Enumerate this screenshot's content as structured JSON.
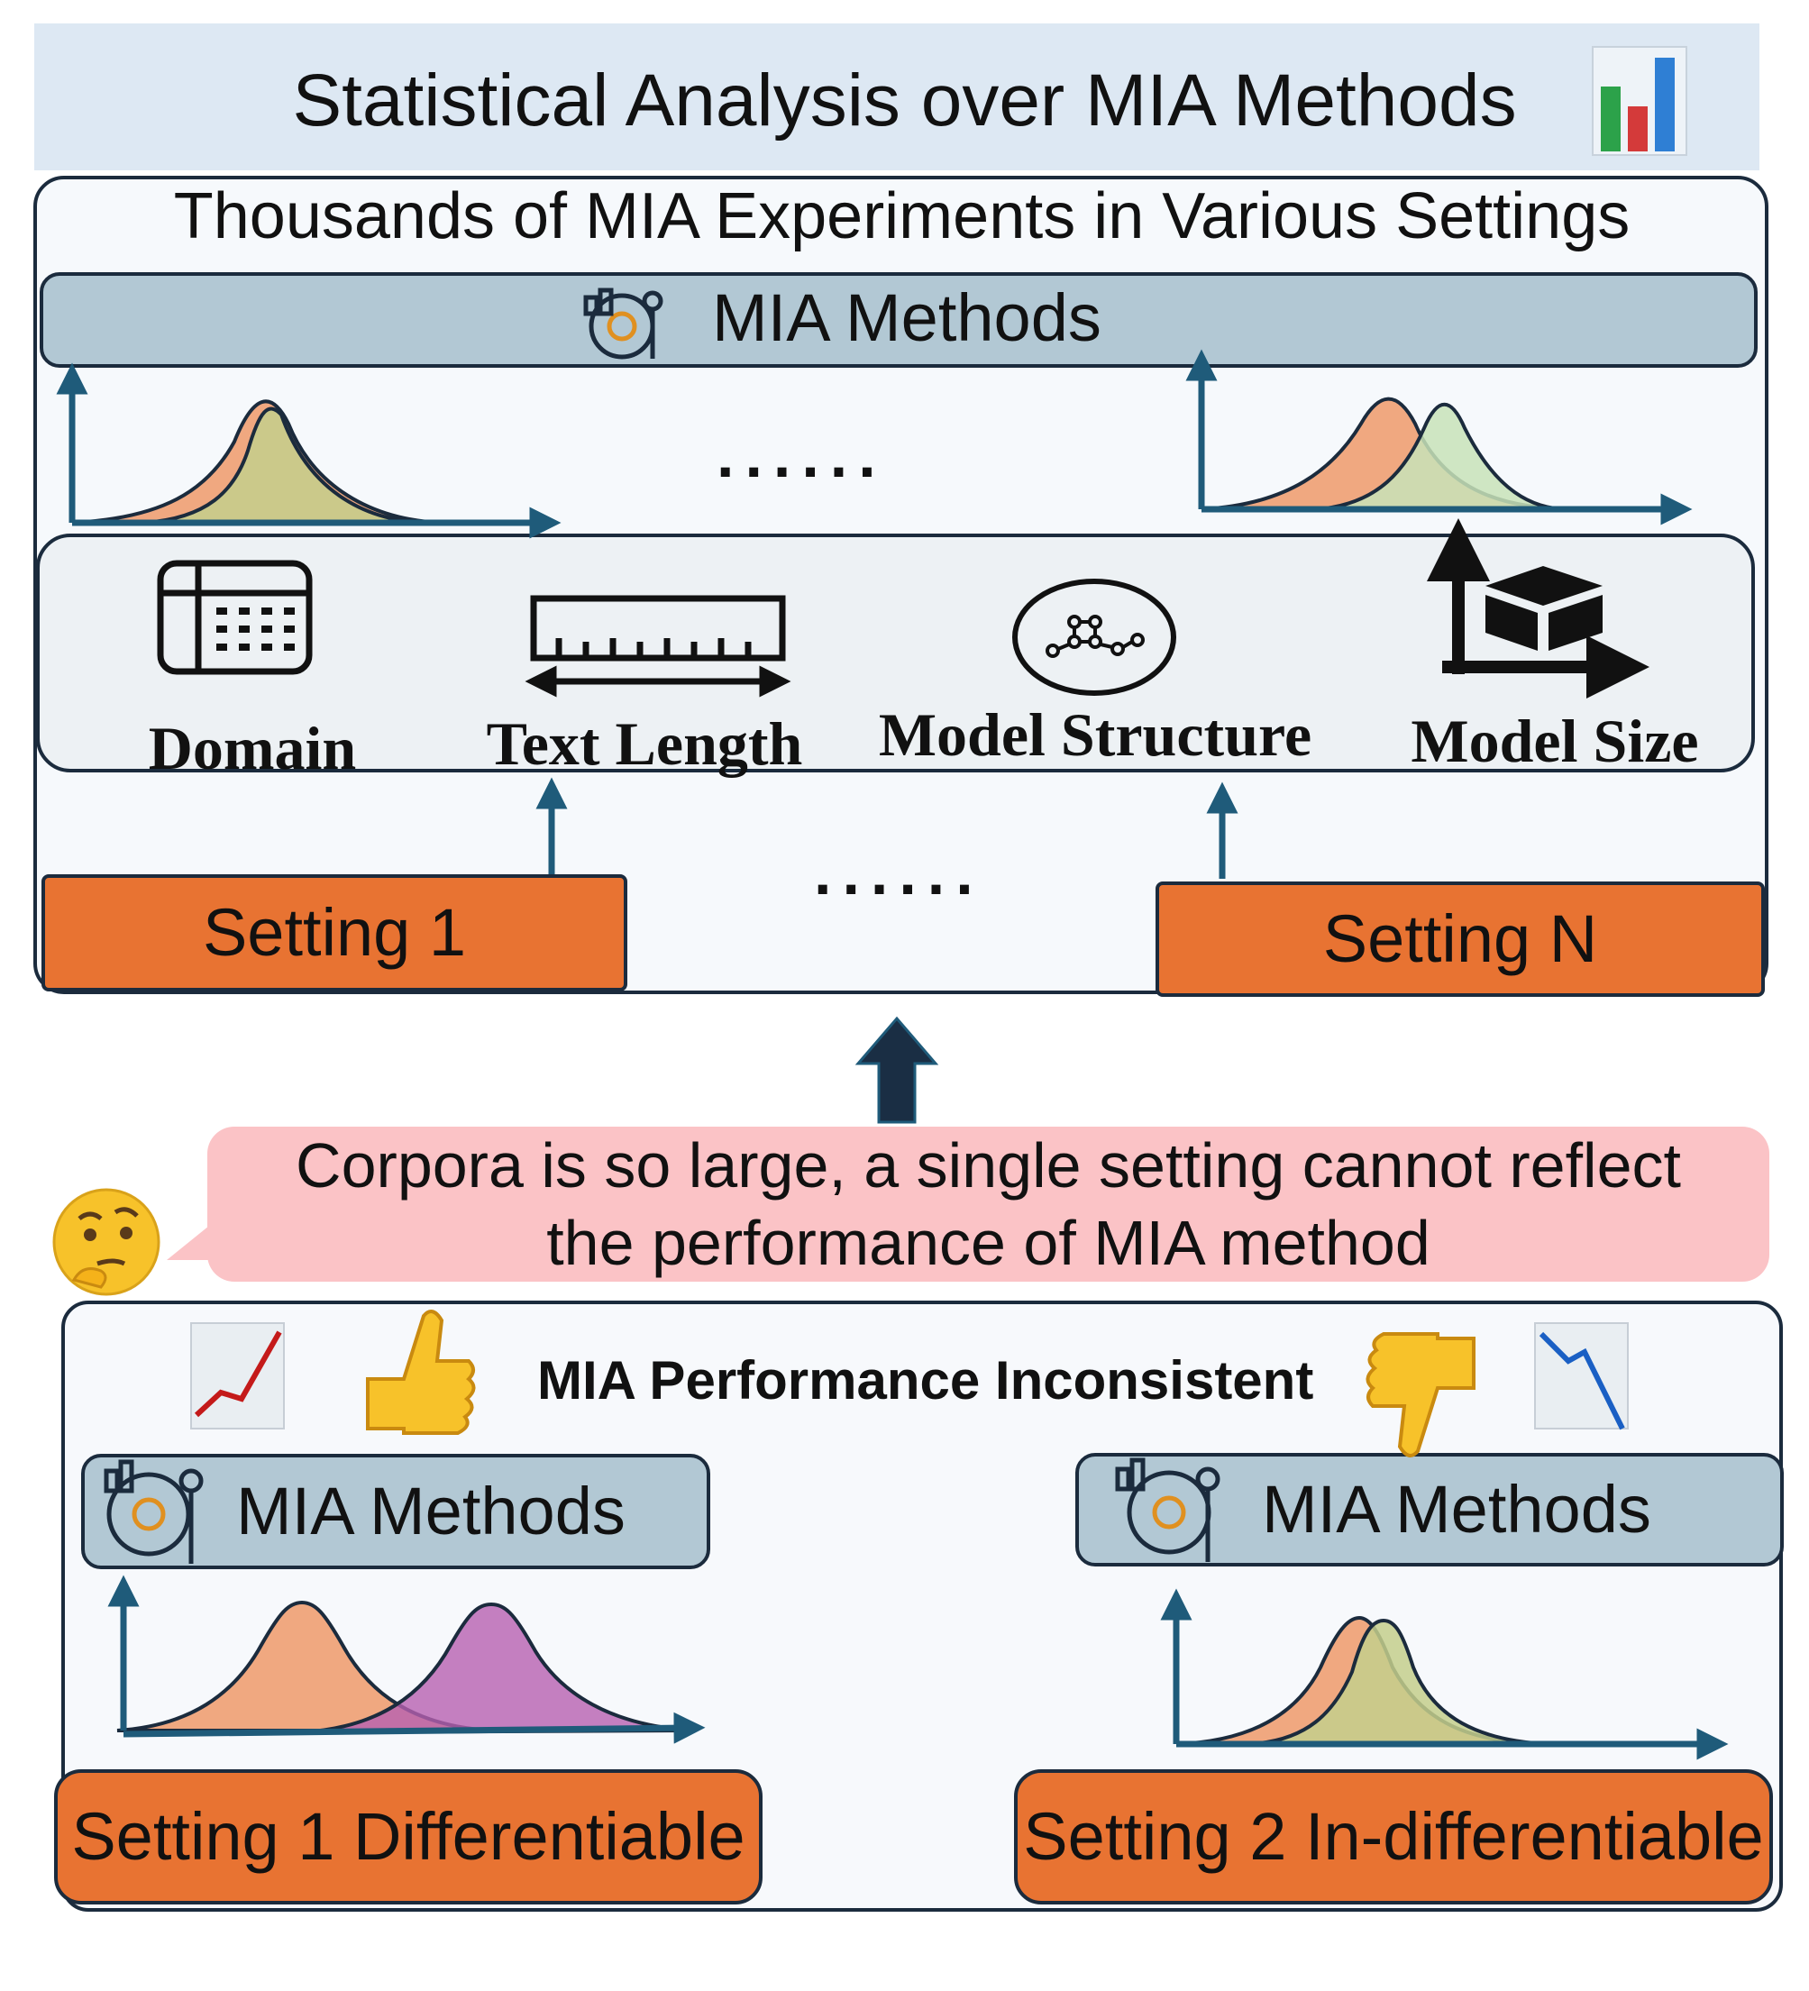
{
  "header": {
    "title": "Statistical Analysis over MIA Methods",
    "icon": "bar-chart-icon"
  },
  "experiments": {
    "title": "Thousands of MIA Experiments in Various Settings",
    "methods_label": "MIA Methods",
    "ellipsis": "......",
    "factors": [
      {
        "label": "Domain",
        "icon": "table-icon"
      },
      {
        "label": "Text Length",
        "icon": "ruler-icon"
      },
      {
        "label": "Model Structure",
        "icon": "network-icon"
      },
      {
        "label": "Model Size",
        "icon": "cube-axes-icon"
      }
    ],
    "settings": [
      "Setting 1",
      "Setting N"
    ]
  },
  "note": {
    "line1": "Corpora is so large, a single setting  cannot reflect",
    "line2": "the performance of MIA method",
    "icon": "thinking-face-icon"
  },
  "comparison": {
    "title": "MIA Performance Inconsistent",
    "left": {
      "methods_label": "MIA Methods",
      "setting": "Setting 1 Differentiable",
      "icons": [
        "trend-up-icon",
        "thumbs-up-icon"
      ]
    },
    "right": {
      "methods_label": "MIA Methods",
      "setting": "Setting 2 In-differentiable",
      "icons": [
        "thumbs-down-icon",
        "trend-down-icon"
      ]
    }
  },
  "colors": {
    "orange": "#e87332",
    "methods_blue": "#b2c8d4",
    "arrow": "#1f5b7a",
    "bubble": "#fbc3c6"
  }
}
